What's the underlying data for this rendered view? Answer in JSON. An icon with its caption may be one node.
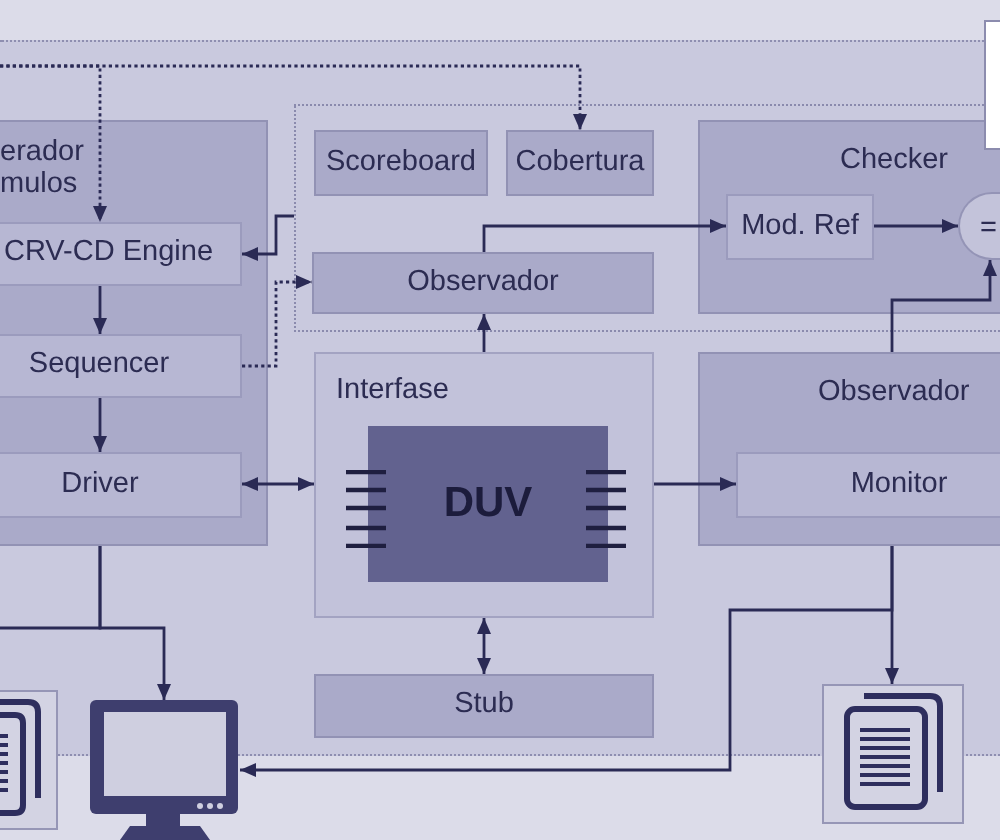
{
  "diagram": {
    "nodes": [
      {
        "text": [],
        "shape": "box"
      },
      {
        "text": [
          "erador mulos"
        ],
        "in": 0
      },
      {
        "text": [
          "CRV-CD Engine"
        ],
        "in": 1
      },
      {
        "text": [
          "Sequencer"
        ],
        "in": 1
      },
      {
        "text": [
          "Driver"
        ],
        "in": 1
      },
      {
        "text": [],
        "shape": "box",
        "in": 0
      },
      {
        "text": [
          "Scoreboard"
        ],
        "in": 5
      },
      {
        "text": [
          "Cobertura"
        ],
        "in": 5
      },
      {
        "text": [
          "Observador"
        ],
        "in": 5
      },
      {
        "text": [
          "Checker"
        ],
        "in": 5
      },
      {
        "text": [
          "Mod. Ref"
        ],
        "in": 9
      },
      {
        "text": [
          "="
        ],
        "in": 9
      },
      {
        "text": [
          "Interfase"
        ],
        "in": 0
      },
      {
        "text": [
          "DUV"
        ],
        "in": 12
      },
      {
        "text": [
          "Observador"
        ],
        "in": 0
      },
      {
        "text": [
          "Monitor"
        ],
        "in": 14
      },
      {
        "text": [
          "Stub"
        ],
        "in": 0
      },
      {
        "text": [],
        "shape": "box"
      },
      {
        "text": [],
        "shape": "picture"
      },
      {
        "text": [],
        "shape": "picture"
      },
      {
        "text": [],
        "shape": "picture"
      }
    ],
    "edges": [
      {
        "from": null,
        "to": 2,
        "arrow": "to",
        "style": "dashed"
      },
      {
        "from": null,
        "to": 7,
        "arrow": "to",
        "style": "dashed"
      },
      {
        "from": 5,
        "to": 2,
        "arrow": "to"
      },
      {
        "from": 2,
        "to": 3,
        "arrow": "to"
      },
      {
        "from": 3,
        "to": 4,
        "arrow": "to"
      },
      {
        "from": 3,
        "to": 8,
        "arrow": "to",
        "style": "dashed"
      },
      {
        "from": 12,
        "to": 8,
        "arrow": "to"
      },
      {
        "from": 8,
        "to": 10,
        "arrow": "to"
      },
      {
        "from": 10,
        "to": 11,
        "arrow": "to"
      },
      {
        "from": 14,
        "to": 11,
        "arrow": "to"
      },
      {
        "from": 4,
        "to": 12,
        "arrow": "both"
      },
      {
        "from": 12,
        "to": 15,
        "arrow": "to"
      },
      {
        "from": 12,
        "to": 16,
        "arrow": "both"
      },
      {
        "from": 1,
        "to": 19,
        "arrow": "to"
      },
      {
        "from": 1,
        "to": null,
        "arrow": "none"
      },
      {
        "from": 14,
        "to": 20,
        "arrow": "to"
      },
      {
        "from": 14,
        "to": 19,
        "arrow": "to"
      }
    ]
  }
}
